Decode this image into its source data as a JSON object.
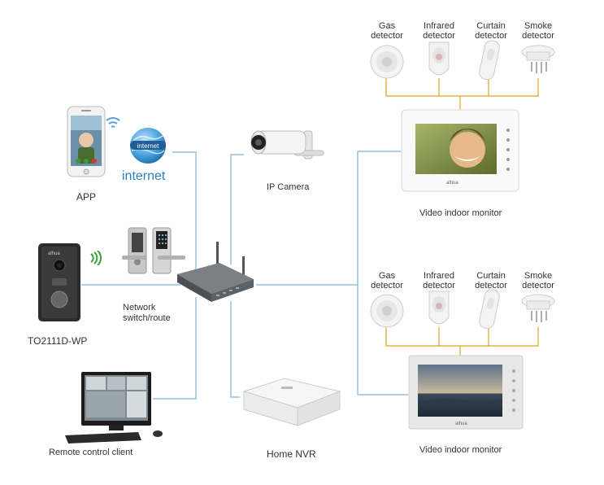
{
  "devices": {
    "app": "APP",
    "internet": "internet",
    "internet_globe_text": "internet",
    "network": "Network\nswitch/route",
    "ip_camera": "IP Camera",
    "door_station": "TO2111D-WP",
    "remote_client": "Remote control client",
    "nvr": "Home NVR",
    "monitor_top": "Video indoor monitor",
    "monitor_bottom": "Video indoor monitor",
    "door_station_logo": "alhua",
    "monitor_logo": "alhua"
  },
  "detectors_top": [
    {
      "name": "Gas\ndetector",
      "icon": "smoke-style-round-detector-icon"
    },
    {
      "name": "Infrared\ndetector",
      "icon": "pir-sensor-icon"
    },
    {
      "name": "Curtain\ndetector",
      "icon": "curtain-sensor-icon"
    },
    {
      "name": "Smoke\ndetector",
      "icon": "ceiling-smoke-detector-icon"
    }
  ],
  "detectors_bottom": [
    {
      "name": "Gas\ndetector",
      "icon": "smoke-style-round-detector-icon"
    },
    {
      "name": "Infrared\ndetector",
      "icon": "pir-sensor-icon"
    },
    {
      "name": "Curtain\ndetector",
      "icon": "curtain-sensor-icon"
    },
    {
      "name": "Smoke\ndetector",
      "icon": "ceiling-smoke-detector-icon"
    }
  ],
  "colors": {
    "wire": "#7fb2d6",
    "detector_line": "#e0a21c",
    "internet_blue": "#2a7fbf"
  }
}
